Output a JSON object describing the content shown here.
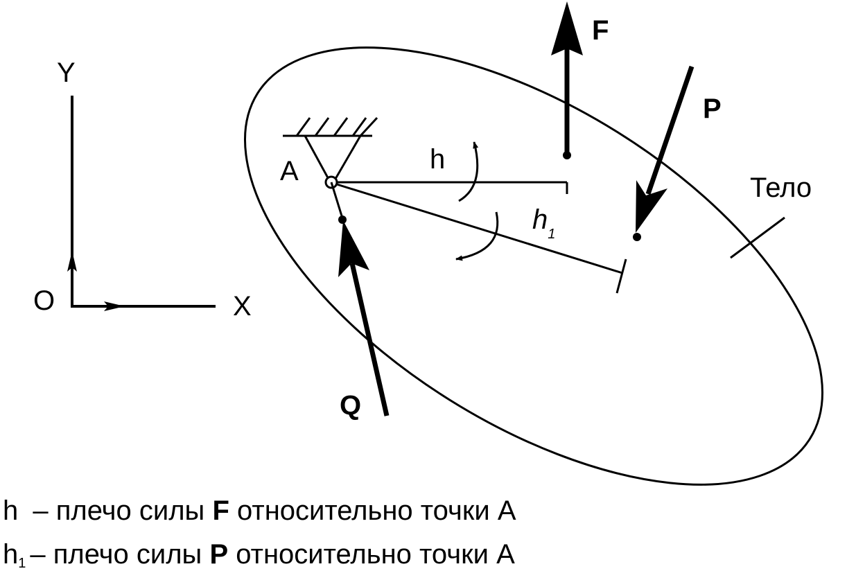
{
  "axes": {
    "origin_label": "O",
    "x_label": "X",
    "y_label": "Y"
  },
  "point_a_label": "A",
  "forces": {
    "f": "F",
    "p": "P",
    "q": "Q"
  },
  "arms": {
    "h": "h",
    "h1_main": "h",
    "h1_sub": "1"
  },
  "body_label": "Тело",
  "legend": [
    {
      "symbol": "h",
      "subscript": "",
      "dash": "–",
      "text_before": "плечо силы",
      "force": "F",
      "text_after": "относительно точки А"
    },
    {
      "symbol": "h",
      "subscript": "1",
      "dash": "–",
      "text_before": "плечо силы",
      "force": "P",
      "text_after": "относительно точки А"
    }
  ]
}
